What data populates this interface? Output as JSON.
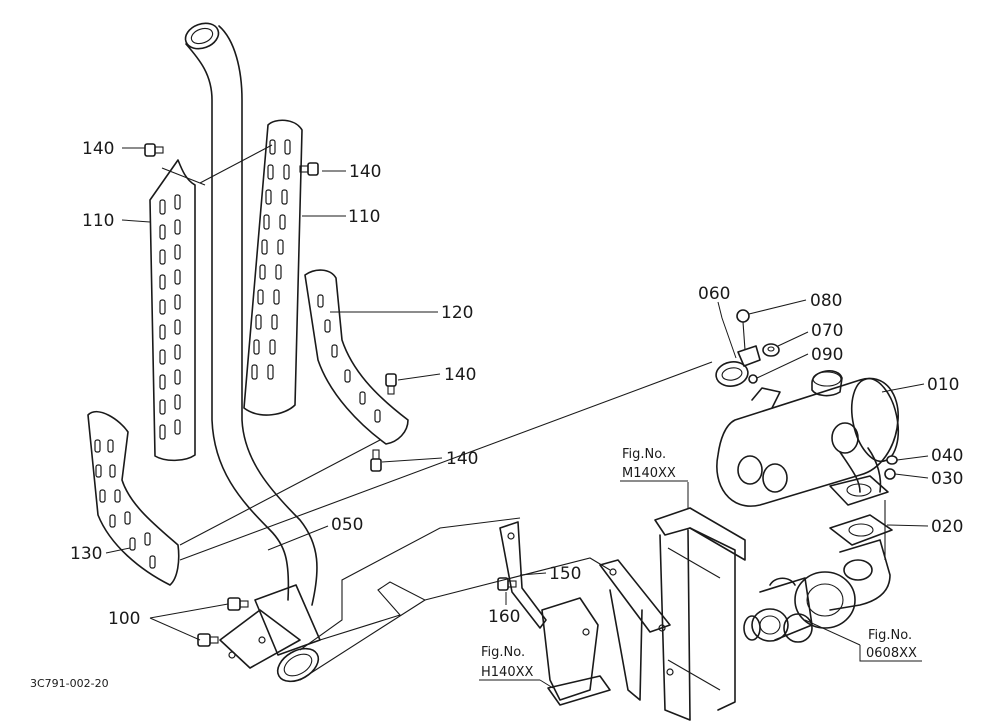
{
  "parts": {
    "p140a": "140",
    "p140b": "140",
    "p140c": "140",
    "p140d": "140",
    "p110a": "110",
    "p110b": "110",
    "p120": "120",
    "p130": "130",
    "p050": "050",
    "p100": "100",
    "p150": "150",
    "p160": "160",
    "p060": "060",
    "p080": "080",
    "p070": "070",
    "p090": "090",
    "p010": "010",
    "p040": "040",
    "p030": "030",
    "p020": "020"
  },
  "figrefs": {
    "m_title": "Fig.No.",
    "m_code": "M140XX",
    "h_title": "Fig.No.",
    "h_code": "H140XX",
    "t_title": "Fig.No.",
    "t_code": "0608XX"
  },
  "drawing_code": "3C791-002-20"
}
